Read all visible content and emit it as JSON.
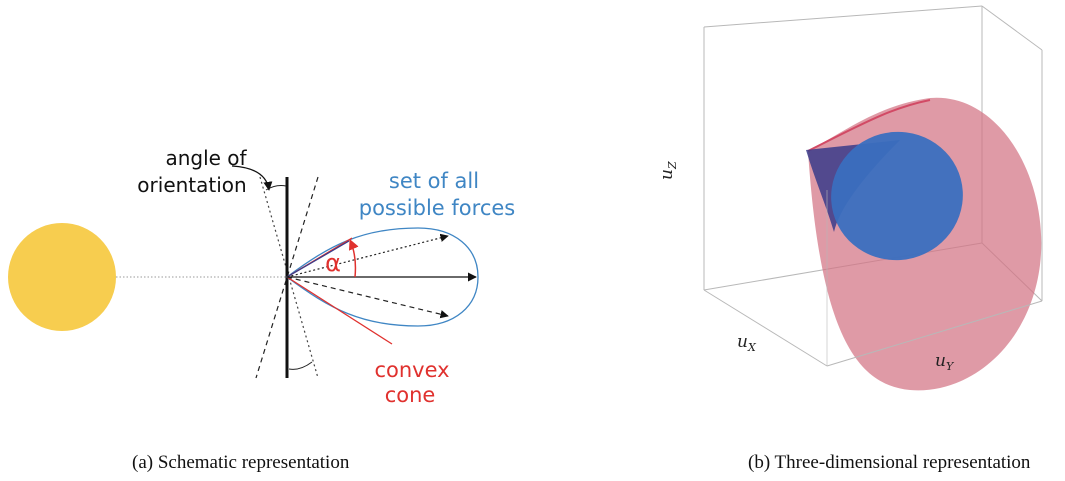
{
  "panel_a": {
    "annotations": {
      "angle_line1": "angle of",
      "angle_line2": "orientation",
      "forces_line1": "set of all",
      "forces_line2": "possible forces",
      "alpha_symbol": "α",
      "cone_line1": "convex",
      "cone_line2": "cone"
    },
    "caption": "(a) Schematic representation"
  },
  "panel_b": {
    "axes": {
      "x": {
        "base": "u",
        "sub": "X"
      },
      "y": {
        "base": "u",
        "sub": "Y"
      },
      "z": {
        "base": "u",
        "sub": "Z"
      }
    },
    "caption": "(b) Three-dimensional representation"
  },
  "colors": {
    "sun": "#f7cd4f",
    "blue_label": "#3f86c4",
    "red_label": "#e0312e",
    "force_set_outline": "#3f86c4",
    "cone_edge": "#e0312e",
    "cone_pink": "#d27384",
    "ellipse_blue": "#3a6fbf",
    "cone_dark": "#3a3b8a",
    "box_edge": "#b8b8b8"
  }
}
